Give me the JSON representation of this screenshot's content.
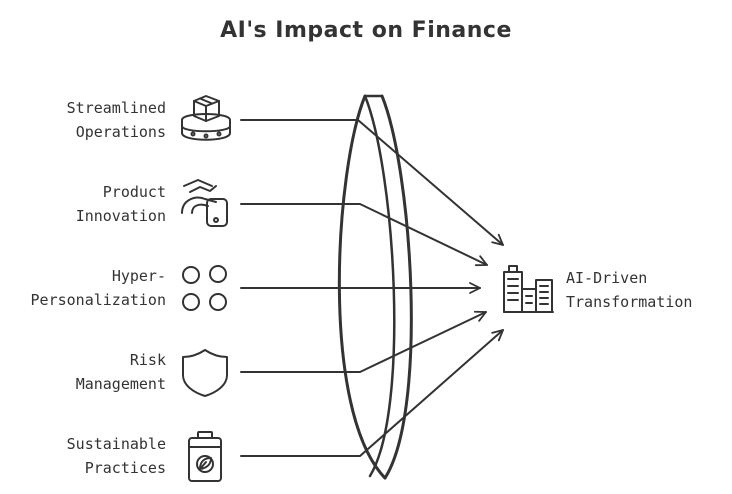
{
  "title": "AI's Impact on Finance",
  "inputs": [
    {
      "line1": "Streamlined",
      "line2": "Operations",
      "icon": "conveyor-box-icon"
    },
    {
      "line1": "Product",
      "line2": "Innovation",
      "icon": "hand-tap-icon"
    },
    {
      "line1": "Hyper-",
      "line2": "Personalization",
      "icon": "four-circles-icon"
    },
    {
      "line1": "Risk",
      "line2": "Management",
      "icon": "shield-icon"
    },
    {
      "line1": "Sustainable",
      "line2": "Practices",
      "icon": "eco-battery-icon"
    }
  ],
  "output": {
    "line1": "AI-Driven",
    "line2": "Transformation",
    "icon": "city-buildings-icon"
  },
  "colors": {
    "stroke": "#333333",
    "background": "#ffffff"
  }
}
